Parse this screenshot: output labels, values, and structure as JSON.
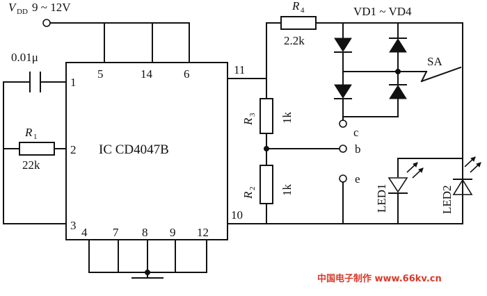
{
  "supply": {
    "v": "V",
    "dd": "DD",
    "range": "9 ~ 12V"
  },
  "capacitor": {
    "value": "0.01μ"
  },
  "r1": {
    "name": "R",
    "idx": "1",
    "value": "22k"
  },
  "r2": {
    "name": "R",
    "idx": "2",
    "value": "1k"
  },
  "r3": {
    "name": "R",
    "idx": "3",
    "value": "1k"
  },
  "r4": {
    "name": "R",
    "idx": "4",
    "value": "2.2k"
  },
  "diodes": {
    "label": "VD1 ~ VD4"
  },
  "switch": {
    "label": "SA"
  },
  "ic": {
    "label": "IC  CD4047B"
  },
  "pins": {
    "p1": "1",
    "p2": "2",
    "p3": "3",
    "p4": "4",
    "p5": "5",
    "p6": "6",
    "p7": "7",
    "p8": "8",
    "p9": "9",
    "p10": "10",
    "p11": "11",
    "p12": "12",
    "p14": "14"
  },
  "terminals": {
    "c": "c",
    "b": "b",
    "e": "e"
  },
  "leds": {
    "led1": "LED1",
    "led2": "LED2"
  },
  "watermark": "中国电子制作 www.66kv.cn"
}
